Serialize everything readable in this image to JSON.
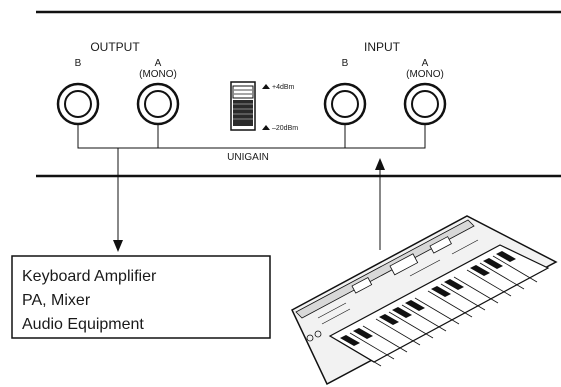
{
  "panel": {
    "output": {
      "title": "OUTPUT",
      "jack_b": "B",
      "jack_a_line1": "A",
      "jack_a_line2": "(MONO)"
    },
    "input": {
      "title": "INPUT",
      "jack_b": "B",
      "jack_a_line1": "A",
      "jack_a_line2": "(MONO)"
    },
    "unigain": {
      "label": "UNIGAIN",
      "level_high": "+4dBm",
      "level_low": "–20dBm"
    }
  },
  "destination_box": {
    "line1": "Keyboard Amplifier",
    "line2": "PA, Mixer",
    "line3": "Audio Equipment"
  }
}
